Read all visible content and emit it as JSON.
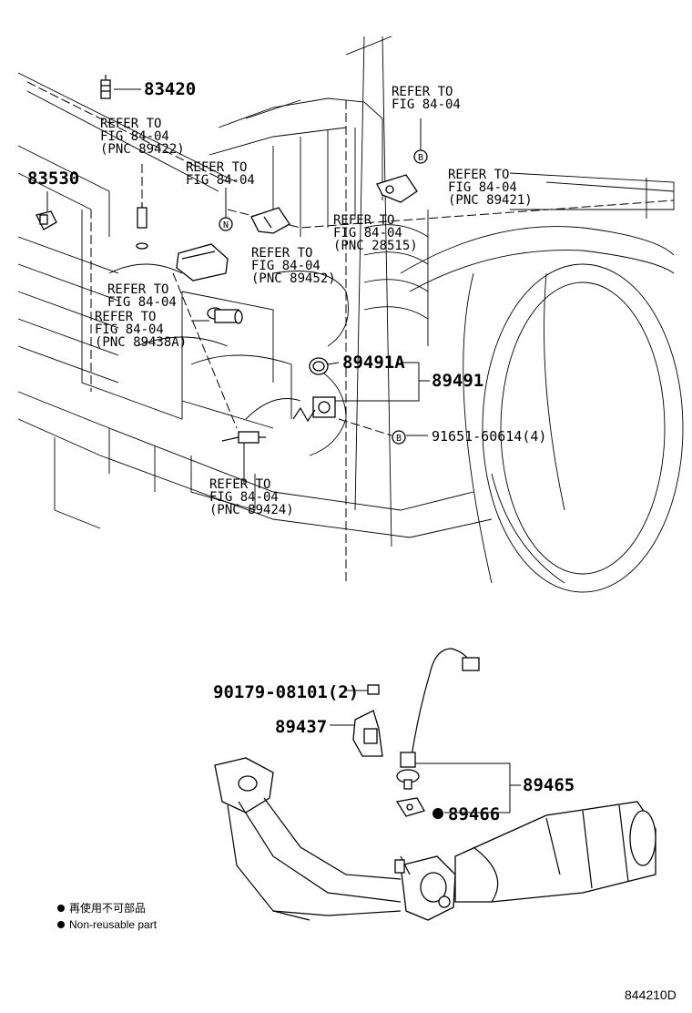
{
  "part_numbers": {
    "p83420": "83420",
    "p83530": "83530",
    "p89491A": "89491A",
    "p89491": "89491",
    "p91651": "91651-60614(4)",
    "p90179": "90179-08101(2)",
    "p89437": "89437",
    "p89465": "89465",
    "p89466": "89466"
  },
  "references": {
    "ref1": [
      "REFER TO",
      "FIG 84-04",
      "(PNC 89422)"
    ],
    "ref2": [
      "REFER TO",
      "FIG 84-04"
    ],
    "ref3": [
      "REFER TO",
      "FIG 84-04"
    ],
    "ref4": [
      "REFER TO",
      "FIG 84-04",
      "(PNC 89421)"
    ],
    "ref5": [
      "REFER TO",
      "FIG 84-04",
      "(PNC 28515)"
    ],
    "ref6": [
      "REFER TO",
      "FIG 84-04",
      "(PNC 89452)"
    ],
    "ref7": [
      "REFER TO",
      "FIG 84-04"
    ],
    "ref8": [
      "REFER TO",
      "FIG 84-04",
      "(PNC 89438A)"
    ],
    "ref9": [
      "REFER TO",
      "FIG 84-04",
      "(PNC 89424)"
    ]
  },
  "markers": {
    "b": "B",
    "n": "N"
  },
  "legend": {
    "line1": "再使用不可部品",
    "line2": "Non-reusable part"
  },
  "figure_code": "844210D"
}
